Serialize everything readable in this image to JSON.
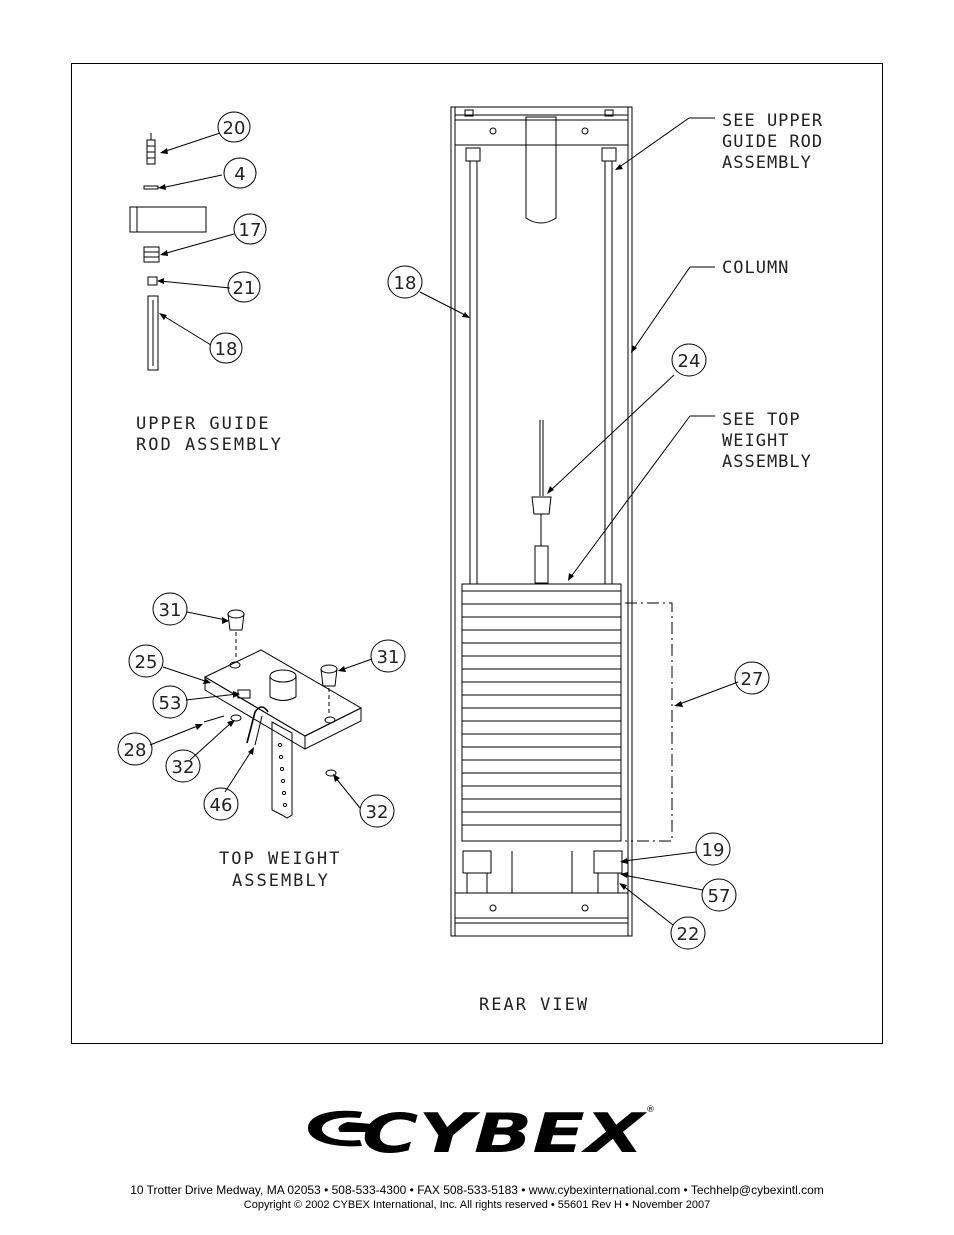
{
  "diagram": {
    "callouts": {
      "see_upper": [
        "SEE UPPER",
        "GUIDE ROD",
        "ASSEMBLY"
      ],
      "column": "COLUMN",
      "see_top": [
        "SEE TOP",
        "WEIGHT",
        "ASSEMBLY"
      ]
    },
    "labels": {
      "upper_guide": [
        "UPPER GUIDE",
        "ROD ASSEMBLY"
      ],
      "top_weight": [
        "TOP WEIGHT",
        "ASSEMBLY"
      ],
      "rear_view": "REAR VIEW"
    },
    "part_numbers": {
      "p20": "20",
      "p4": "4",
      "p17": "17",
      "p21": "21",
      "p18_left": "18",
      "p18_main": "18",
      "p24": "24",
      "p27": "27",
      "p19": "19",
      "p57": "57",
      "p22": "22",
      "p31_a": "31",
      "p31_b": "31",
      "p25": "25",
      "p53": "53",
      "p28": "28",
      "p32_a": "32",
      "p46": "46",
      "p32_b": "32"
    }
  },
  "brand": {
    "logo_text": "CYBEX",
    "registered": "®"
  },
  "footer": {
    "address": "10 Trotter Drive Medway, MA 02053 • 508-533-4300 • FAX 508-533-5183 • www.cybexinternational.com • Techhelp@cybexintl.com",
    "copyright": "Copyright © 2002 CYBEX International, Inc. All rights reserved • 55601 Rev H • November 2007"
  }
}
